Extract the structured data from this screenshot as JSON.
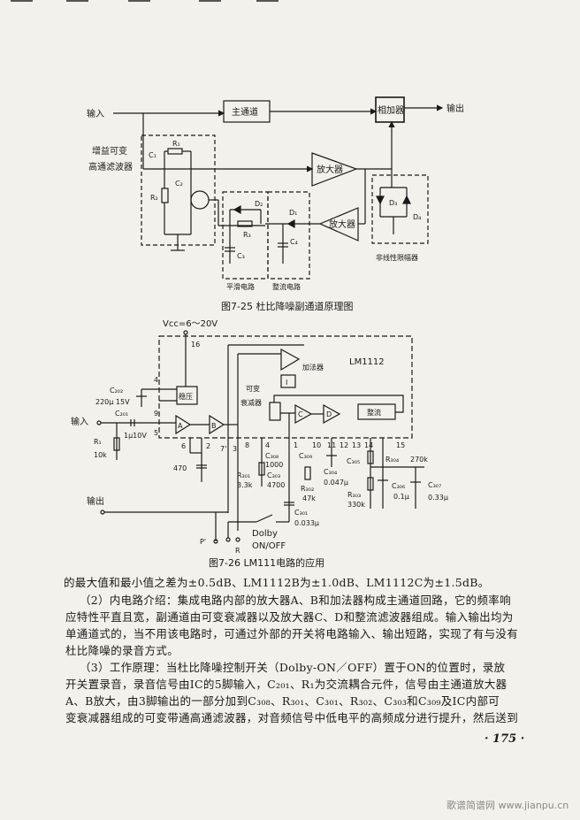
{
  "figure1": {
    "caption": "图7-25 杜比降噪副通道原理图",
    "input": "输入",
    "output": "输出",
    "main_channel": "主通道",
    "adder": "相加器",
    "filter_label_1": "增益可变",
    "filter_label_2": "高通滤波器",
    "amp1": "放大器",
    "amp2": "放大器",
    "limiter": "非线性限幅器",
    "smoothing": "平滑电路",
    "rectifier": "整流电路",
    "parts": {
      "C1": "C₁",
      "C2": "C₂",
      "R1": "R₁",
      "R2": "R₂",
      "R3": "R₃",
      "C3": "C₃",
      "C4": "C₄",
      "D1": "D₁",
      "D2": "D₂",
      "D3": "D₃",
      "D4": "D₄"
    }
  },
  "figure2": {
    "caption": "图7-26 LM111电路的应用",
    "vcc": "Vcc=6～20V",
    "chip": "LM1112",
    "input": "输入",
    "output": "输出",
    "regulator": "稳压",
    "adder": "加法器",
    "variable_attenuator_1": "可变",
    "variable_attenuator_2": "衰减器",
    "rectifier": "整流",
    "amps": {
      "A": "A",
      "B": "B",
      "C": "C",
      "D": "D",
      "I": "I"
    },
    "pins": [
      "16",
      "4",
      "9",
      "5",
      "6",
      "2",
      "7'",
      "3",
      "8",
      "4",
      "1",
      "10",
      "11",
      "12",
      "13",
      "14",
      "15"
    ],
    "components": {
      "C202": "C₂₀₂",
      "C202v": "220μ 15V",
      "C201": "C₂₀₁",
      "C201v": "1μ10V",
      "R1": "R₁",
      "R1v": "10k",
      "cap470": "470",
      "C308": "C₃₀₈",
      "C308v": "1000",
      "R301": "R₃₀₁",
      "R301v": "3.3k",
      "C303": "C₃₀₃",
      "C303v": "4700",
      "C309": "C₃₀₉",
      "R302": "R₃₀₂",
      "R302v": "47k",
      "C304": "C₃₀₄",
      "C304v": "0.047μ",
      "C305": "C₃₀₅",
      "R304": "R₃₀₄",
      "R304v": "270k",
      "R303": "R₃₀₃",
      "R303v": "330k",
      "C306": "C₃₀₆",
      "C306v": "0.1μ",
      "C307": "C₃₀₇",
      "C307v": "0.33μ",
      "C301": "C₃₀₁",
      "C301v": "0.033μ"
    },
    "switch_1": "Dolby",
    "switch_2": "ON/OFF",
    "P": "P'",
    "R": "R"
  },
  "body": {
    "lines": [
      "的最大值和最小值之差为±0.5dB、LM1112B为±1.0dB、LM1112C为±1.5dB。",
      "（2）内电路介绍：集成电路内部的放大器A、B和加法器构成主通道回路，它的频率响",
      "应特性平直且宽，副通道由可变衰减器以及放大器C、D和整流滤波器组成。输入输出均为",
      "单通道式的，当不用该电路时，可通过外部的开关将电路输入、输出短路，实现了有与没有",
      "杜比降噪的录音方式。",
      "（3）工作原理：当杜比降噪控制开关（Dolby-ON／OFF）置于ON的位置时，录放",
      "开关置录音，录音信号由IC的5脚输入，C₂₀₁、R₁为交流耦合元件，信号由主通道放大器",
      "A、B放大，由3脚输出的一部分加到C₃₀₈、R₃₀₁、C₃₀₁、R₃₀₂、C₃₀₃和C₃₀₉及IC内部可",
      "变衰减器组成的可变带通高通滤波器，对音频信号中低电平的高频成分进行提升，然后送到"
    ],
    "page_number": "· 175 ·"
  },
  "watermark": "歌谱简谱网 www.jianpu.cn"
}
